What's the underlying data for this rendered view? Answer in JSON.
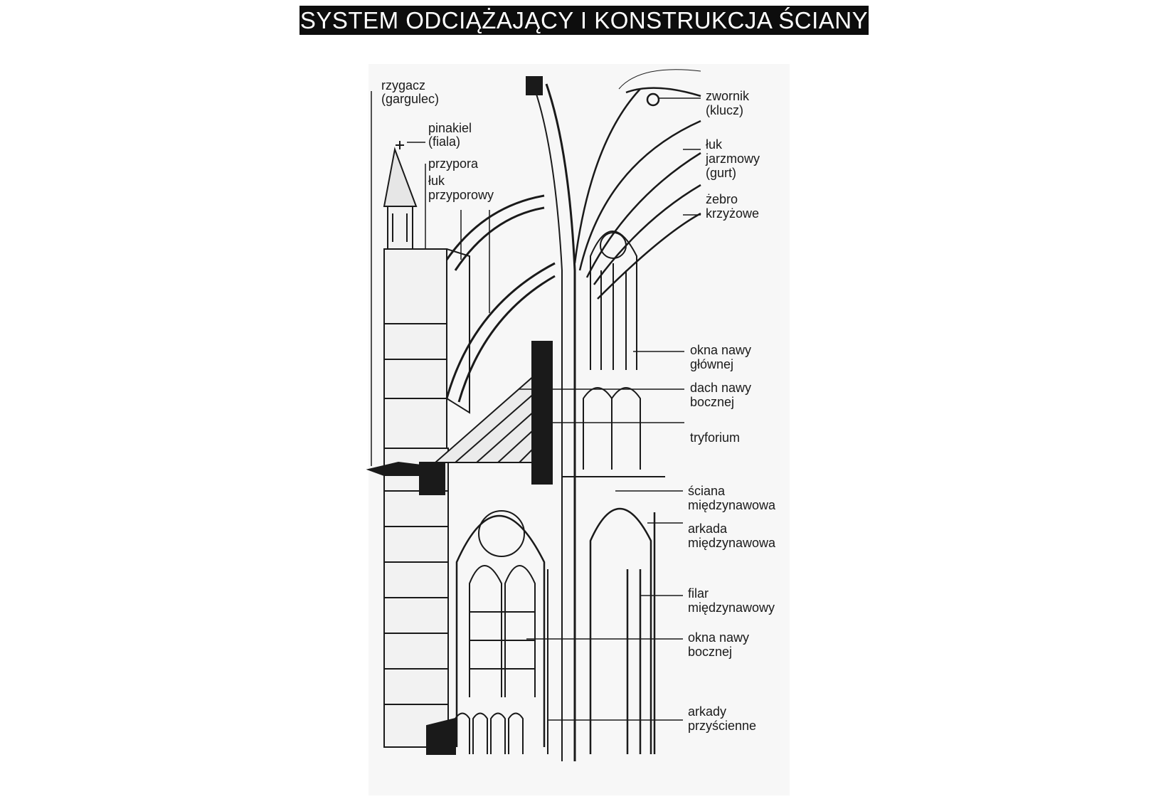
{
  "title": "SYSTEM ODCIĄŻAJĄCY I KONSTRUKCJA ŚCIANY",
  "labels": {
    "rzygacz": [
      "rzygacz",
      "(gargulec)"
    ],
    "pinakiel": [
      "pinakiel",
      "(fiala)"
    ],
    "przypora": [
      "przypora"
    ],
    "luk_przyporowy": [
      "łuk",
      "przyporowy"
    ],
    "zwornik": [
      "zwornik",
      "(klucz)"
    ],
    "luk_jarzmowy": [
      "łuk",
      "jarzmowy",
      "(gurt)"
    ],
    "zebro": [
      "żebro",
      "krzyżowe"
    ],
    "okna_nawy_glownej": [
      "okna nawy",
      "głównej"
    ],
    "dach_nawy_bocznej": [
      "dach nawy",
      "bocznej"
    ],
    "tryforium": [
      "tryforium"
    ],
    "sciana_miedzynawowa": [
      "ściana",
      "międzynawowa"
    ],
    "arkada_miedzynawowa": [
      "arkada",
      "międzynawowa"
    ],
    "filar_miedzynawowy": [
      "filar",
      "międzynawowy"
    ],
    "okna_nawy_bocznej": [
      "okna nawy",
      "bocznej"
    ],
    "arkady_przyscienne": [
      "arkady",
      "przyścienne"
    ]
  }
}
